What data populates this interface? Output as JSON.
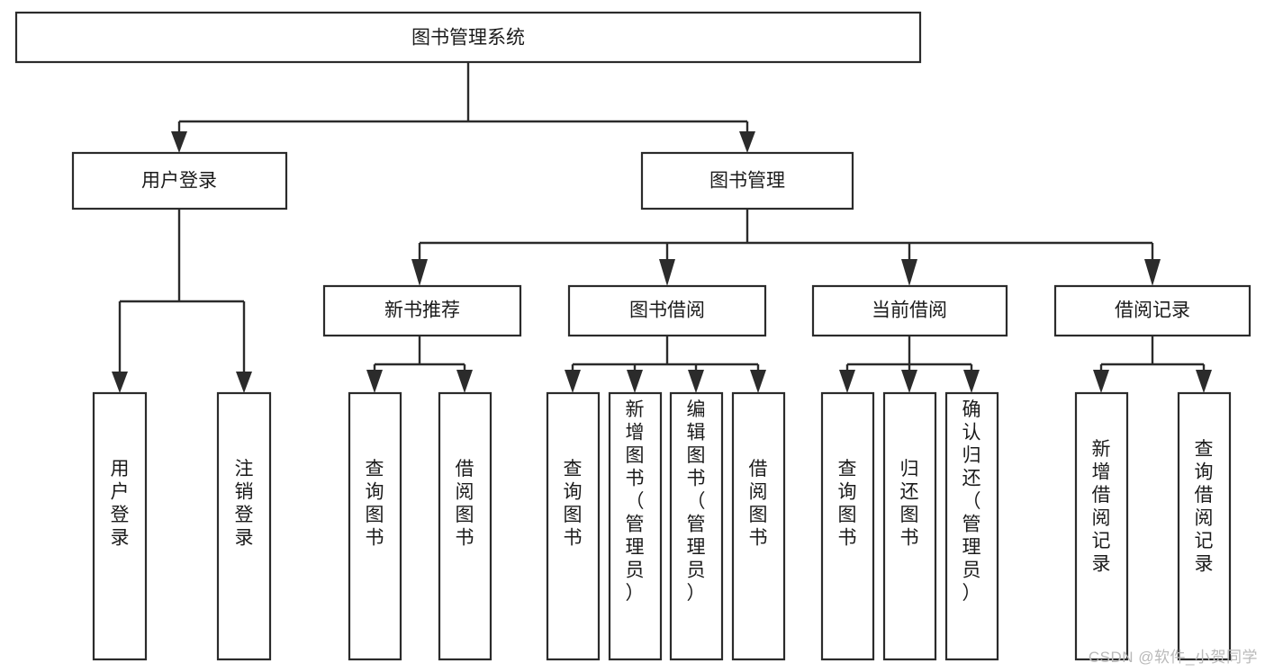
{
  "diagram": {
    "type": "tree-hierarchy-chart",
    "title": "图书管理系统",
    "watermark": "CSDN @软件_小贺同学",
    "colors": {
      "background": "#ffffff",
      "stroke": "#2b2b2b",
      "box_fill": "#ffffff",
      "text": "#1b1b1b",
      "watermark": "#b9b9b9"
    },
    "nodes": {
      "root": {
        "label": "图书管理系统",
        "orientation": "horizontal"
      },
      "level2": [
        {
          "label": "用户登录",
          "orientation": "horizontal"
        },
        {
          "label": "图书管理",
          "orientation": "horizontal"
        }
      ],
      "level3": [
        {
          "label": "新书推荐",
          "orientation": "horizontal"
        },
        {
          "label": "图书借阅",
          "orientation": "horizontal"
        },
        {
          "label": "当前借阅",
          "orientation": "horizontal"
        },
        {
          "label": "借阅记录",
          "orientation": "horizontal"
        }
      ],
      "leaves_user_login": [
        {
          "label": "用户登录",
          "orientation": "vertical"
        },
        {
          "label": "注销登录",
          "orientation": "vertical"
        }
      ],
      "leaves_new_book": [
        {
          "label": "查询图书",
          "orientation": "vertical"
        },
        {
          "label": "借阅图书",
          "orientation": "vertical"
        }
      ],
      "leaves_borrow": [
        {
          "label": "查询图书",
          "orientation": "vertical"
        },
        {
          "label": "新增图书（管理员）",
          "orientation": "vertical"
        },
        {
          "label": "编辑图书（管理员）",
          "orientation": "vertical"
        },
        {
          "label": "借阅图书",
          "orientation": "vertical"
        }
      ],
      "leaves_current": [
        {
          "label": "查询图书",
          "orientation": "vertical"
        },
        {
          "label": "归还图书",
          "orientation": "vertical"
        },
        {
          "label": "确认归还（管理员）",
          "orientation": "vertical"
        }
      ],
      "leaves_records": [
        {
          "label": "新增借阅记录",
          "orientation": "vertical"
        },
        {
          "label": "查询借阅记录",
          "orientation": "vertical"
        }
      ]
    },
    "edges": [
      {
        "from": "图书管理系统",
        "to": "用户登录"
      },
      {
        "from": "图书管理系统",
        "to": "图书管理"
      },
      {
        "from": "用户登录",
        "to": "用户登录"
      },
      {
        "from": "用户登录",
        "to": "注销登录"
      },
      {
        "from": "图书管理",
        "to": "新书推荐"
      },
      {
        "from": "图书管理",
        "to": "图书借阅"
      },
      {
        "from": "图书管理",
        "to": "当前借阅"
      },
      {
        "from": "图书管理",
        "to": "借阅记录"
      },
      {
        "from": "新书推荐",
        "to": "查询图书"
      },
      {
        "from": "新书推荐",
        "to": "借阅图书"
      },
      {
        "from": "图书借阅",
        "to": "查询图书"
      },
      {
        "from": "图书借阅",
        "to": "新增图书（管理员）"
      },
      {
        "from": "图书借阅",
        "to": "编辑图书（管理员）"
      },
      {
        "from": "图书借阅",
        "to": "借阅图书"
      },
      {
        "from": "当前借阅",
        "to": "查询图书"
      },
      {
        "from": "当前借阅",
        "to": "归还图书"
      },
      {
        "from": "当前借阅",
        "to": "确认归还（管理员）"
      },
      {
        "from": "借阅记录",
        "to": "新增借阅记录"
      },
      {
        "from": "借阅记录",
        "to": "查询借阅记录"
      }
    ]
  }
}
